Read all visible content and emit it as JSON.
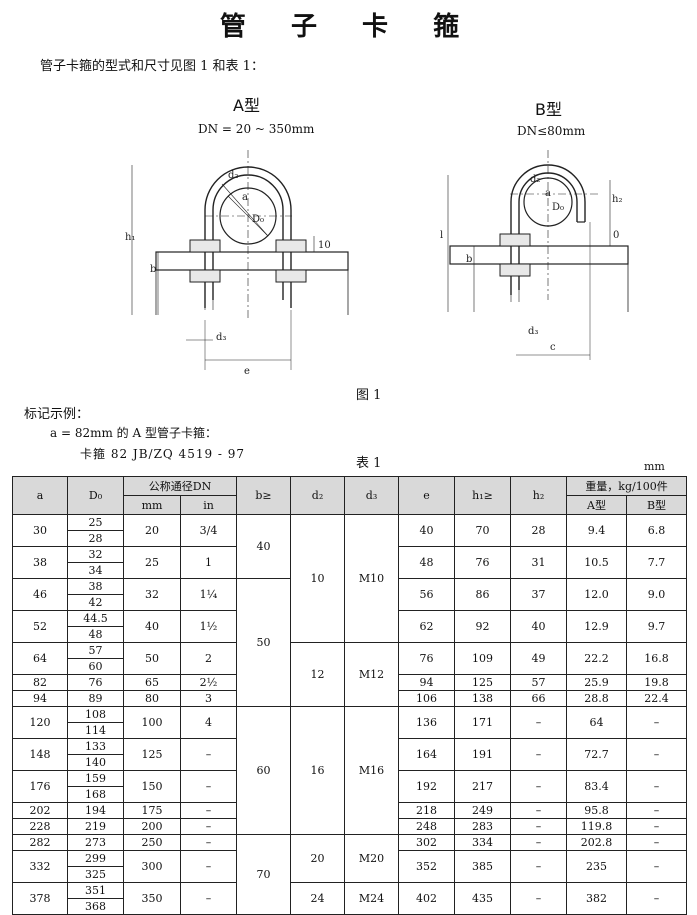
{
  "page_title": "管 子 卡 箍",
  "intro": "管子卡箍的型式和尺寸见图 1 和表 1：",
  "type_a": {
    "label": "A型",
    "dn": "DN = 20 ~ 350mm"
  },
  "type_b": {
    "label": "B型",
    "dn": "DN≤80mm"
  },
  "drawing_labels": {
    "d0": "D₀",
    "d2": "d₂",
    "d3": "d₃",
    "a": "a",
    "h1": "h₁",
    "h2": "h₂",
    "b": "b",
    "e": "e",
    "c": "c",
    "ten": "10",
    "zero": "0",
    "l": "l"
  },
  "figure_caption": "图 1",
  "marking": {
    "heading": "标记示例：",
    "line1": "a = 82mm 的 A 型管子卡箍：",
    "line2": "卡箍  82  JB/ZQ 4519 - 97"
  },
  "table_caption": "表 1",
  "unit": "mm",
  "table": {
    "headers": {
      "a": "a",
      "d0": "D₀",
      "dn": "公称通径DN",
      "dn_mm": "mm",
      "dn_in": "in",
      "b": "b≥",
      "d2": "d₂",
      "d3": "d₃",
      "e": "e",
      "h1": "h₁≥",
      "h2": "h₂",
      "weight": "重量，kg/100件",
      "wa": "A型",
      "wb": "B型"
    },
    "rows": [
      {
        "a": "30",
        "d0": [
          "25",
          "28"
        ],
        "mm": "20",
        "in": "3/4",
        "e": "40",
        "h1": "70",
        "h2": "28",
        "wa": "9.4",
        "wb": "6.8"
      },
      {
        "a": "38",
        "d0": [
          "32",
          "34"
        ],
        "mm": "25",
        "in": "1",
        "e": "48",
        "h1": "76",
        "h2": "31",
        "wa": "10.5",
        "wb": "7.7"
      },
      {
        "a": "46",
        "d0": [
          "38",
          "42"
        ],
        "mm": "32",
        "in": "1¼",
        "e": "56",
        "h1": "86",
        "h2": "37",
        "wa": "12.0",
        "wb": "9.0"
      },
      {
        "a": "52",
        "d0": [
          "44.5",
          "48"
        ],
        "mm": "40",
        "in": "1½",
        "e": "62",
        "h1": "92",
        "h2": "40",
        "wa": "12.9",
        "wb": "9.7"
      },
      {
        "a": "64",
        "d0": [
          "57",
          "60"
        ],
        "mm": "50",
        "in": "2",
        "e": "76",
        "h1": "109",
        "h2": "49",
        "wa": "22.2",
        "wb": "16.8"
      },
      {
        "a": "82",
        "d0": [
          "76"
        ],
        "mm": "65",
        "in": "2½",
        "e": "94",
        "h1": "125",
        "h2": "57",
        "wa": "25.9",
        "wb": "19.8"
      },
      {
        "a": "94",
        "d0": [
          "89"
        ],
        "mm": "80",
        "in": "3",
        "e": "106",
        "h1": "138",
        "h2": "66",
        "wa": "28.8",
        "wb": "22.4"
      },
      {
        "a": "120",
        "d0": [
          "108",
          "114"
        ],
        "mm": "100",
        "in": "4",
        "e": "136",
        "h1": "171",
        "h2": "–",
        "wa": "64",
        "wb": "–"
      },
      {
        "a": "148",
        "d0": [
          "133",
          "140"
        ],
        "mm": "125",
        "in": "–",
        "e": "164",
        "h1": "191",
        "h2": "–",
        "wa": "72.7",
        "wb": "–"
      },
      {
        "a": "176",
        "d0": [
          "159",
          "168"
        ],
        "mm": "150",
        "in": "–",
        "e": "192",
        "h1": "217",
        "h2": "–",
        "wa": "83.4",
        "wb": "–"
      },
      {
        "a": "202",
        "d0": [
          "194"
        ],
        "mm": "175",
        "in": "–",
        "e": "218",
        "h1": "249",
        "h2": "–",
        "wa": "95.8",
        "wb": "–"
      },
      {
        "a": "228",
        "d0": [
          "219"
        ],
        "mm": "200",
        "in": "–",
        "e": "248",
        "h1": "283",
        "h2": "–",
        "wa": "119.8",
        "wb": "–"
      },
      {
        "a": "282",
        "d0": [
          "273"
        ],
        "mm": "250",
        "in": "–",
        "e": "302",
        "h1": "334",
        "h2": "–",
        "wa": "202.8",
        "wb": "–"
      },
      {
        "a": "332",
        "d0": [
          "299",
          "325"
        ],
        "mm": "300",
        "in": "–",
        "e": "352",
        "h1": "385",
        "h2": "–",
        "wa": "235",
        "wb": "–"
      },
      {
        "a": "378",
        "d0": [
          "351",
          "368"
        ],
        "mm": "350",
        "in": "–",
        "e": "402",
        "h1": "435",
        "h2": "–",
        "wa": "382",
        "wb": "–"
      }
    ],
    "b_groups": [
      {
        "value": "40",
        "rows": 2
      },
      {
        "value": "50",
        "rows": 5
      },
      {
        "value": "60",
        "rows": 5
      },
      {
        "value": "70",
        "rows": 3
      }
    ],
    "d2_groups": [
      {
        "value": "10",
        "rows": 4
      },
      {
        "value": "12",
        "rows": 3
      },
      {
        "value": "16",
        "rows": 5
      },
      {
        "value": "20",
        "rows": 2
      },
      {
        "value": "24",
        "rows": 1
      }
    ],
    "d3_groups": [
      {
        "value": "M10",
        "rows": 4
      },
      {
        "value": "M12",
        "rows": 3
      },
      {
        "value": "M16",
        "rows": 5
      },
      {
        "value": "M20",
        "rows": 2
      },
      {
        "value": "M24",
        "rows": 1
      }
    ]
  }
}
